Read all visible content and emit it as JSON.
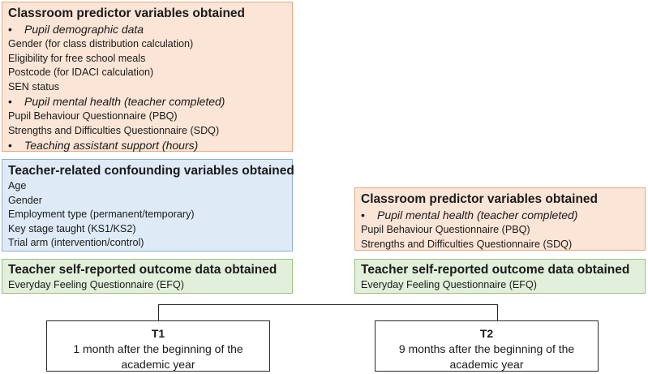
{
  "box_classroom_t1": {
    "title": "Classroom predictor variables obtained",
    "bullet1": "Pupil demographic data",
    "demo_items": [
      "Gender (for class distribution calculation)",
      "Eligibility for free school meals",
      "Postcode (for IDACI calculation)",
      "SEN status"
    ],
    "bullet2": "Pupil mental health (teacher completed)",
    "mh_items": [
      "Pupil Behaviour Questionnaire (PBQ)",
      "Strengths and Difficulties Questionnaire (SDQ)"
    ],
    "bullet3": "Teaching assistant support (hours)"
  },
  "box_teacher_confounding": {
    "title": "Teacher-related confounding variables obtained",
    "items": [
      "Age",
      "Gender",
      "Employment type (permanent/temporary)",
      "Key stage taught (KS1/KS2)",
      "Trial arm (intervention/control)"
    ]
  },
  "box_outcome_t1": {
    "title": "Teacher self-reported outcome data obtained",
    "item": "Everyday Feeling Questionnaire (EFQ)"
  },
  "box_classroom_t2": {
    "title": "Classroom predictor variables obtained",
    "bullet1": "Pupil mental health (teacher completed)",
    "items": [
      "Pupil Behaviour Questionnaire (PBQ)",
      "Strengths and Difficulties Questionnaire (SDQ)"
    ]
  },
  "box_outcome_t2": {
    "title": "Teacher self-reported outcome data obtained",
    "item": "Everyday Feeling Questionnaire (EFQ)"
  },
  "timeline": {
    "t1": {
      "label": "T1",
      "line1": "1 month after the beginning of the",
      "line2": "academic year"
    },
    "t2": {
      "label": "T2",
      "line1": "9 months after the beginning of the",
      "line2": "academic year"
    }
  },
  "bullet_char": "•",
  "colors": {
    "orange_fill": "#fbe5d6",
    "blue_fill": "#deebf7",
    "green_fill": "#e2efda"
  }
}
